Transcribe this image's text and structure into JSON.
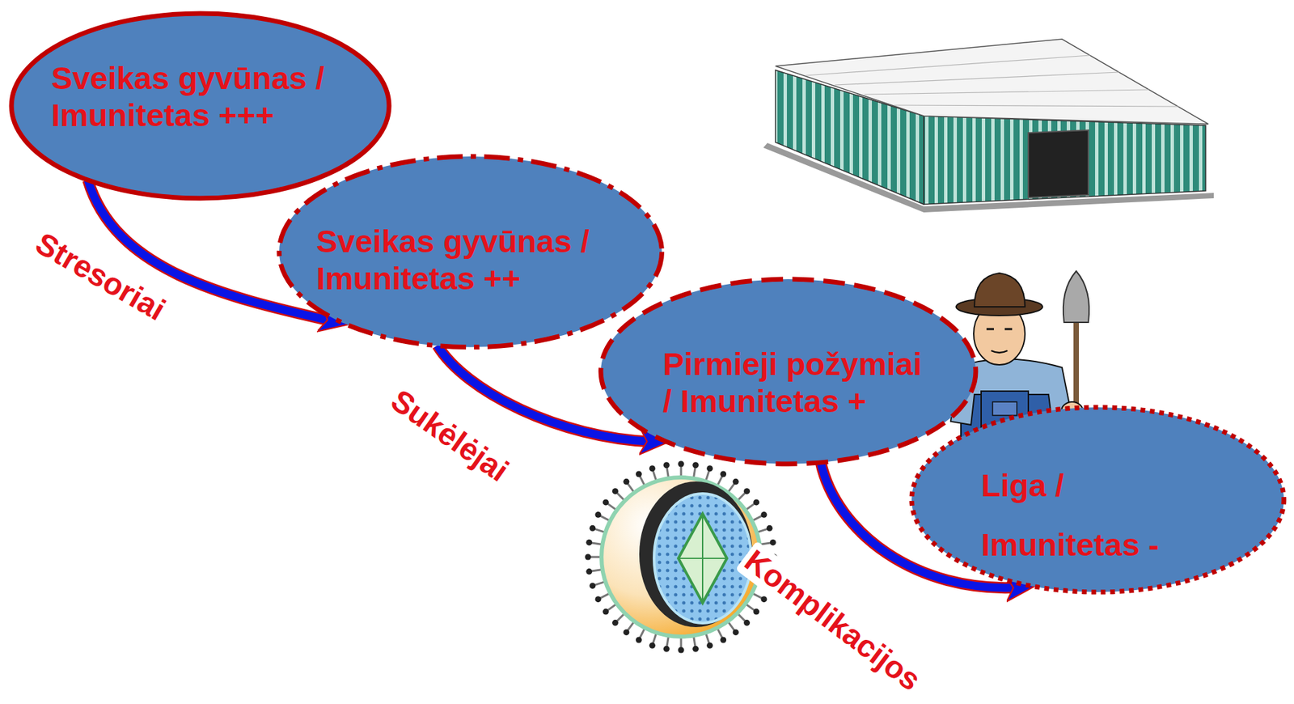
{
  "diagram": {
    "nodes": [
      {
        "text": [
          "Sveikas gyvūnas / Imunitetas +++"
        ]
      },
      {
        "text": [
          "Sveikas gyvūnas / Imunitetas ++"
        ]
      },
      {
        "text": [
          "Pirmieji požymiai / Imunitetas +"
        ]
      },
      {
        "text": [
          "Liga / Imunitetas -"
        ]
      }
    ],
    "edges": [
      {
        "from": 0,
        "to": 1,
        "arrow": "to",
        "label": "Stresoriai"
      },
      {
        "from": 1,
        "to": 2,
        "arrow": "to",
        "label": "Sukėlėjai"
      },
      {
        "from": 2,
        "to": 3,
        "arrow": "to",
        "label": "Komplikacijos"
      }
    ]
  }
}
